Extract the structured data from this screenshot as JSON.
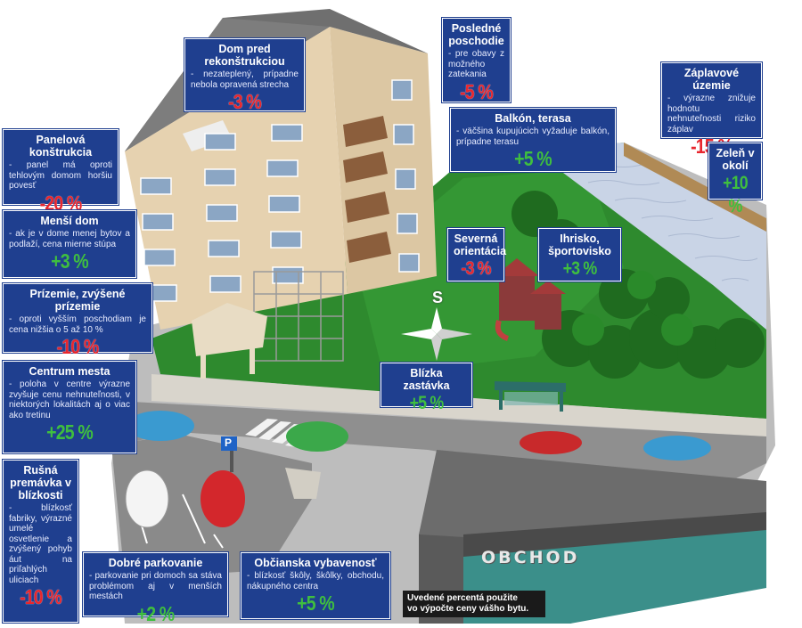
{
  "labels": {
    "dom_pred": {
      "title": "Dom pred rekonštrukciou",
      "desc": "- nezateplený, prípadne nebola opravená strecha",
      "value": "-3 %"
    },
    "posledne": {
      "title": "Posledné poschodie",
      "desc": "- pre obavy z možného zatekania",
      "value": "-5 %"
    },
    "zaplavove": {
      "title": "Záplavové územie",
      "desc": "- výrazne znižuje hodnotu nehnuteľnosti riziko záplav",
      "value": "-15 %"
    },
    "balkon": {
      "title": "Balkón, terasa",
      "desc": "- väčšina kupujúcich vyžaduje balkón, prípadne terasu",
      "value": "+5 %"
    },
    "zelen": {
      "title": "Zeleň v okolí",
      "value": "+10 %"
    },
    "panelova": {
      "title": "Panelová konštrukcia",
      "desc": "- panel má oproti tehlovým domom horšiu povesť",
      "value": "-20 %"
    },
    "mensi": {
      "title": "Menší dom",
      "desc": "- ak je v dome menej bytov a podlaží, cena mierne stúpa",
      "value": "+3 %"
    },
    "severna": {
      "title": "Severná orientácia",
      "value": "-3 %"
    },
    "ihrisko": {
      "title": "Ihrisko, športovisko",
      "value": "+3 %"
    },
    "prizemie": {
      "title": "Prízemie, zvýšené prízemie",
      "desc": "- oproti vyšším poschodiam je cena nižšia o 5 až 10 %",
      "value": "-10 %"
    },
    "zastavka": {
      "title": "Blízka zastávka",
      "value": "+5 %"
    },
    "centrum": {
      "title": "Centrum mesta",
      "desc": "- poloha v centre výrazne zvyšuje cenu nehnuteľnosti, v niektorých lokalitách aj o viac ako tretinu",
      "value": "+25 %"
    },
    "rusna": {
      "title": "Rušná premávka v blízkosti",
      "desc": "- blízkosť fabriky, výrazné umelé osvetlenie a zvýšený pohyb áut na priľahlých uliciach",
      "value": "-10 %"
    },
    "parkovanie": {
      "title": "Dobré parkovanie",
      "desc": "- parkovanie pri domoch sa stáva problémom aj v menších mestách",
      "value": "+2 %"
    },
    "obcianska": {
      "title": "Občianska vybavenosť",
      "desc": "- blízkosť škôly, škôlky, obchodu, nákupného centra",
      "value": "+5 %"
    }
  },
  "scene": {
    "shop_sign": "OBCHOD",
    "compass_letter": "S",
    "parking_sign": "P"
  },
  "note": {
    "line1": "Uvedené percentá použite",
    "line2": "vo výpočte ceny vášho bytu."
  },
  "colors": {
    "box_blue": "#1f3f8f",
    "negative_red": "#e8262d",
    "positive_green": "#3fbf3f",
    "grass": "#2e8a2e",
    "water": "#c9d4e6",
    "building": "#e6d2b0",
    "roof": "#6f6f6f"
  }
}
